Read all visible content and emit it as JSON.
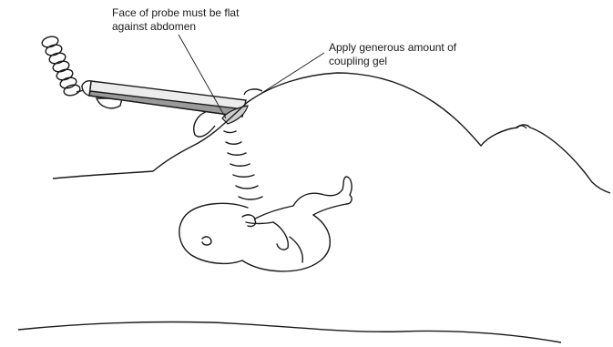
{
  "callouts": {
    "probe_face": {
      "line1": "Face of probe must be flat",
      "line2": "against abdomen"
    },
    "coupling_gel": {
      "line1": "Apply generous amount of",
      "line2": "coupling gel"
    }
  },
  "colors": {
    "stroke": "#1a1a1a",
    "probe_fill": "#ececec",
    "probe_dark_band": "#9a9a9a",
    "gel_fill": "#cfcfcf",
    "background": "#ffffff"
  }
}
